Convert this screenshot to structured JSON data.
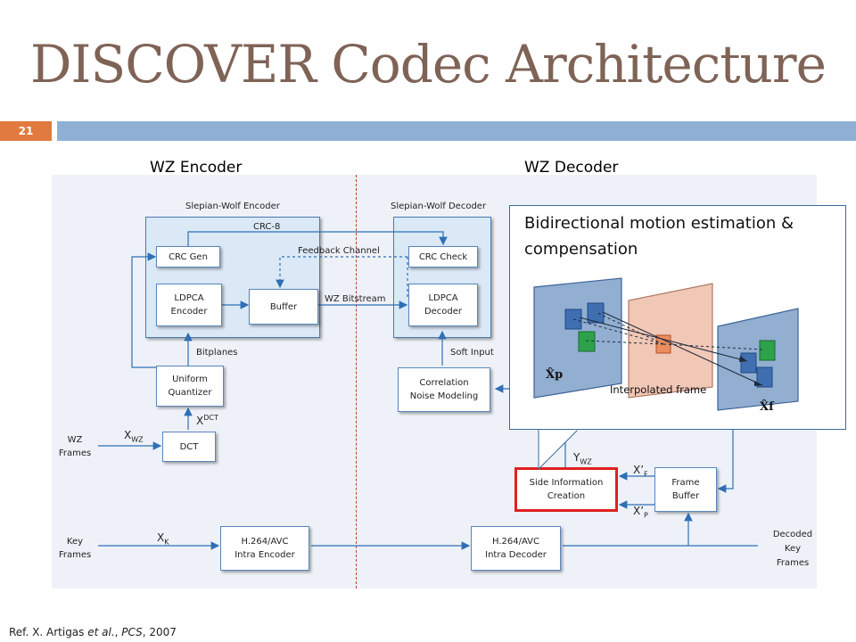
{
  "slide": {
    "title": "DISCOVER Codec Architecture",
    "page_number": "21",
    "reference": {
      "prefix": "Ref. X. Artigas ",
      "et_al": "et al.",
      "sep": ", ",
      "venue": "PCS",
      "year": ", 2007"
    }
  },
  "diagram": {
    "encoder_heading": "WZ Encoder",
    "decoder_heading": "WZ Decoder",
    "sw_encoder_label": "Slepian-Wolf Encoder",
    "sw_decoder_label": "Slepian-Wolf Decoder",
    "blocks": {
      "crc_gen": "CRC Gen",
      "ldpca_encoder": "LDPCA\nEncoder",
      "buffer": "Buffer",
      "crc_check": "CRC Check",
      "ldpca_decoder": "LDPCA\nDecoder",
      "uniform_quantizer": "Uniform\nQuantizer",
      "dct": "DCT",
      "correlation_noise": "Correlation\nNoise Modeling",
      "side_info": "Side Information\nCreation",
      "frame_buffer": "Frame\nBuffer",
      "h264_enc": "H.264/AVC\nIntra Encoder",
      "h264_dec": "H.264/AVC\nIntra Decoder"
    },
    "labels": {
      "crc8": "CRC-8",
      "feedback": "Feedback Channel",
      "wz_bitstream": "WZ Bitstream",
      "bitplanes": "Bitplanes",
      "soft_input": "Soft Input",
      "x_dct": "X",
      "x_dct_sup": "DCT",
      "x_wz": "X",
      "x_wz_sub": "WZ",
      "wz_frames": "WZ\nFrames",
      "key_frames": "Key\nFrames",
      "x_k": "X",
      "x_k_sub": "K",
      "y_wz": "Y",
      "y_wz_sub": "WZ",
      "xf": "X’",
      "xf_sub": "F",
      "xp": "X’",
      "xp_sub": "P",
      "decoded_key_frames": "Decoded\nKey\nFrames"
    },
    "callout": {
      "text": "Bidirectional motion estimation & compensation",
      "interpolated_label": "Interpolated frame",
      "xp_label": "X̂p",
      "xf_label": "X̂f"
    }
  }
}
